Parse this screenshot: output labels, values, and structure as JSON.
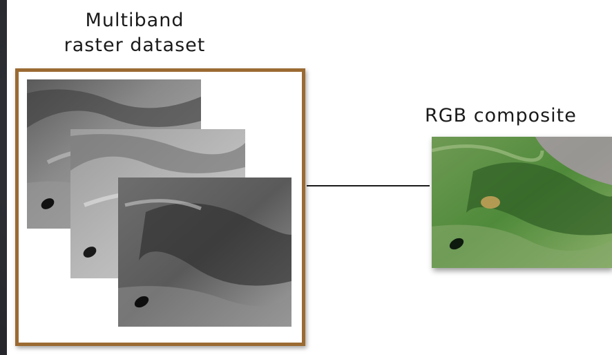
{
  "multiband": {
    "title_line1": "Multiband",
    "title_line2": "raster dataset"
  },
  "composite": {
    "title": "RGB  composite"
  },
  "colors": {
    "frame_border": "#9b6a32",
    "background": "#2c2e35",
    "connector": "#1a1a1a",
    "composite_green": "#4f8a3a"
  },
  "icons": {
    "band_images": "grayscale-satellite-band",
    "composite_image": "color-satellite-composite"
  }
}
